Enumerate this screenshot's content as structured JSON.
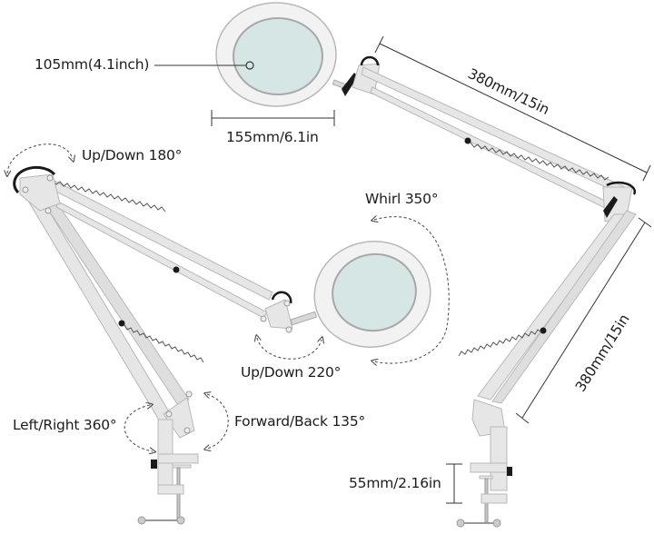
{
  "diagram": {
    "subject": "Magnifying desk lamp with swing arm and clamp",
    "colors": {
      "body": "#e6e6e6",
      "body_stroke": "#b8b8b8",
      "lens": "#d6e6e4",
      "lens_ring": "#f2f2f2",
      "dark_parts": "#1a1a1a",
      "dimension_line": "#333333",
      "arrow_dashed": "#555555",
      "text": "#1c1c1c"
    },
    "dimensions": {
      "lens_diameter": "105mm(4.1inch)",
      "head_diameter": "155mm/6.1in",
      "upper_arm_length": "380mm/15in",
      "lower_arm_length": "380mm/15in",
      "clamp_opening": "55mm/2.16in"
    },
    "rotations": {
      "upper_joint": "Up/Down 180°",
      "whirl": "Whirl 350°",
      "head_joint": "Up/Down 220°",
      "base_swivel": "Left/Right 360°",
      "base_tilt": "Forward/Back 135°"
    }
  }
}
